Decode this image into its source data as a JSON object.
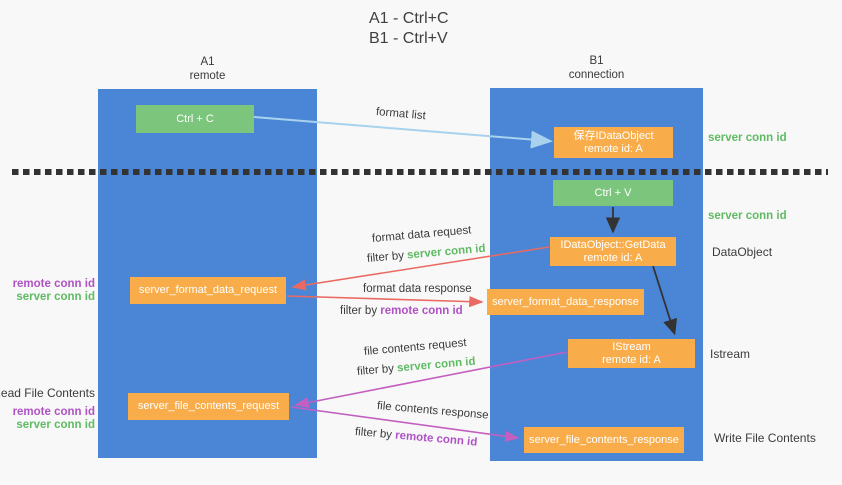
{
  "title": {
    "line1": "A1 - Ctrl+C",
    "line2": "B1 - Ctrl+V"
  },
  "lanes": {
    "a": {
      "title": "A1",
      "subtitle": "remote"
    },
    "b": {
      "title": "B1",
      "subtitle": "connection"
    }
  },
  "nodes": {
    "ctrl_c": {
      "label": "Ctrl + C"
    },
    "ctrl_v": {
      "label": "Ctrl + V"
    },
    "save_dataobject": {
      "line1": "保存IDataObject",
      "line2": "remote id: A"
    },
    "getdata": {
      "line1": "IDataObject::GetData",
      "line2": "remote id: A"
    },
    "istream": {
      "line1": "IStream",
      "line2": "remote id: A"
    },
    "server_format_data_request": {
      "label": "server_format_data_request"
    },
    "server_format_data_response": {
      "label": "server_format_data_response"
    },
    "server_file_contents_request": {
      "label": "server_file_contents_request"
    },
    "server_file_contents_response": {
      "label": "server_file_contents_response"
    }
  },
  "flow_labels": {
    "format_list": "format list",
    "format_data_request": "format data request",
    "format_data_response": "format data response",
    "file_contents_request": "file contents request",
    "file_contents_response": "file contents response",
    "filter_by": "filter by",
    "server_conn_id": "server conn id",
    "remote_conn_id": "remote conn id"
  },
  "side_labels": {
    "left": {
      "remote_conn_id": "remote conn id",
      "server_conn_id": "server conn id",
      "read_file_contents": "Read File Contents",
      "remote_conn_id_2": "remote conn id",
      "server_conn_id_2": "server conn id"
    },
    "right": {
      "server_conn_id_top": "server conn id",
      "server_conn_id_mid": "server conn id",
      "dataobject": "DataObject",
      "istream": "Istream",
      "write_file_contents": "Write File Contents"
    }
  },
  "colors": {
    "lane_blue": "#4a85d6",
    "node_green": "#7cc57d",
    "node_orange": "#f9ad4a",
    "arrow_red": "#e96a62",
    "arrow_magenta": "#c35fc0",
    "arrow_light_blue": "#a8d2ee",
    "arrow_black": "#333333",
    "text_green": "#5fbb63",
    "text_purple": "#b052c4",
    "text_dark": "#3b3b3b",
    "background": "#f8f8f8"
  }
}
